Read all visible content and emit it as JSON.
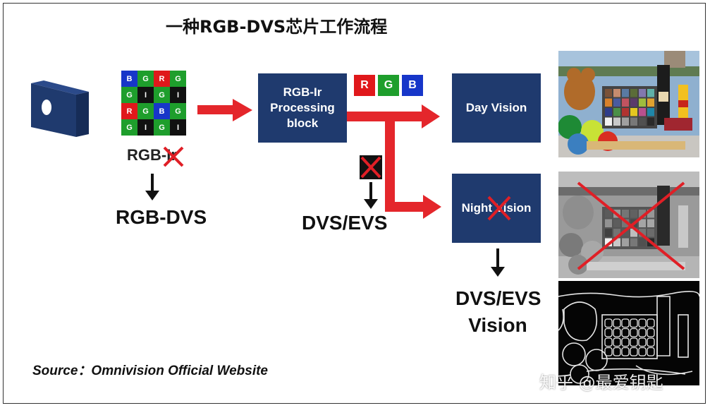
{
  "title": "一种RGB-DVS芯片工作流程",
  "sensor_grid": {
    "cells": [
      "B",
      "G",
      "R",
      "G",
      "G",
      "I",
      "G",
      "I",
      "R",
      "G",
      "B",
      "G",
      "G",
      "I",
      "G",
      "I"
    ],
    "colors": {
      "R": "#e0181b",
      "G": "#1e9e2c",
      "B": "#1736c9",
      "I": "#111111"
    }
  },
  "rgb_ir_label": "RGB-Ir",
  "rgb_dvs_label": "RGB-DVS",
  "processing_block": {
    "line1": "RGB-Ir",
    "line2": "Processing",
    "line3": "block"
  },
  "channel_chips": [
    "R",
    "G",
    "B"
  ],
  "dvs_evs_label": "DVS/EVS",
  "day_vision": "Day Vision",
  "night_vision": "Night Vision",
  "dvs_evs_vision": {
    "line1": "DVS/EVS",
    "line2": "Vision"
  },
  "source": "Source：Omnivision Official Website",
  "watermark": "知乎 @最爱钥匙",
  "colors": {
    "navy": "#1f3a6e",
    "arrow_red": "#e4262b",
    "cross_red": "#e01f26"
  }
}
